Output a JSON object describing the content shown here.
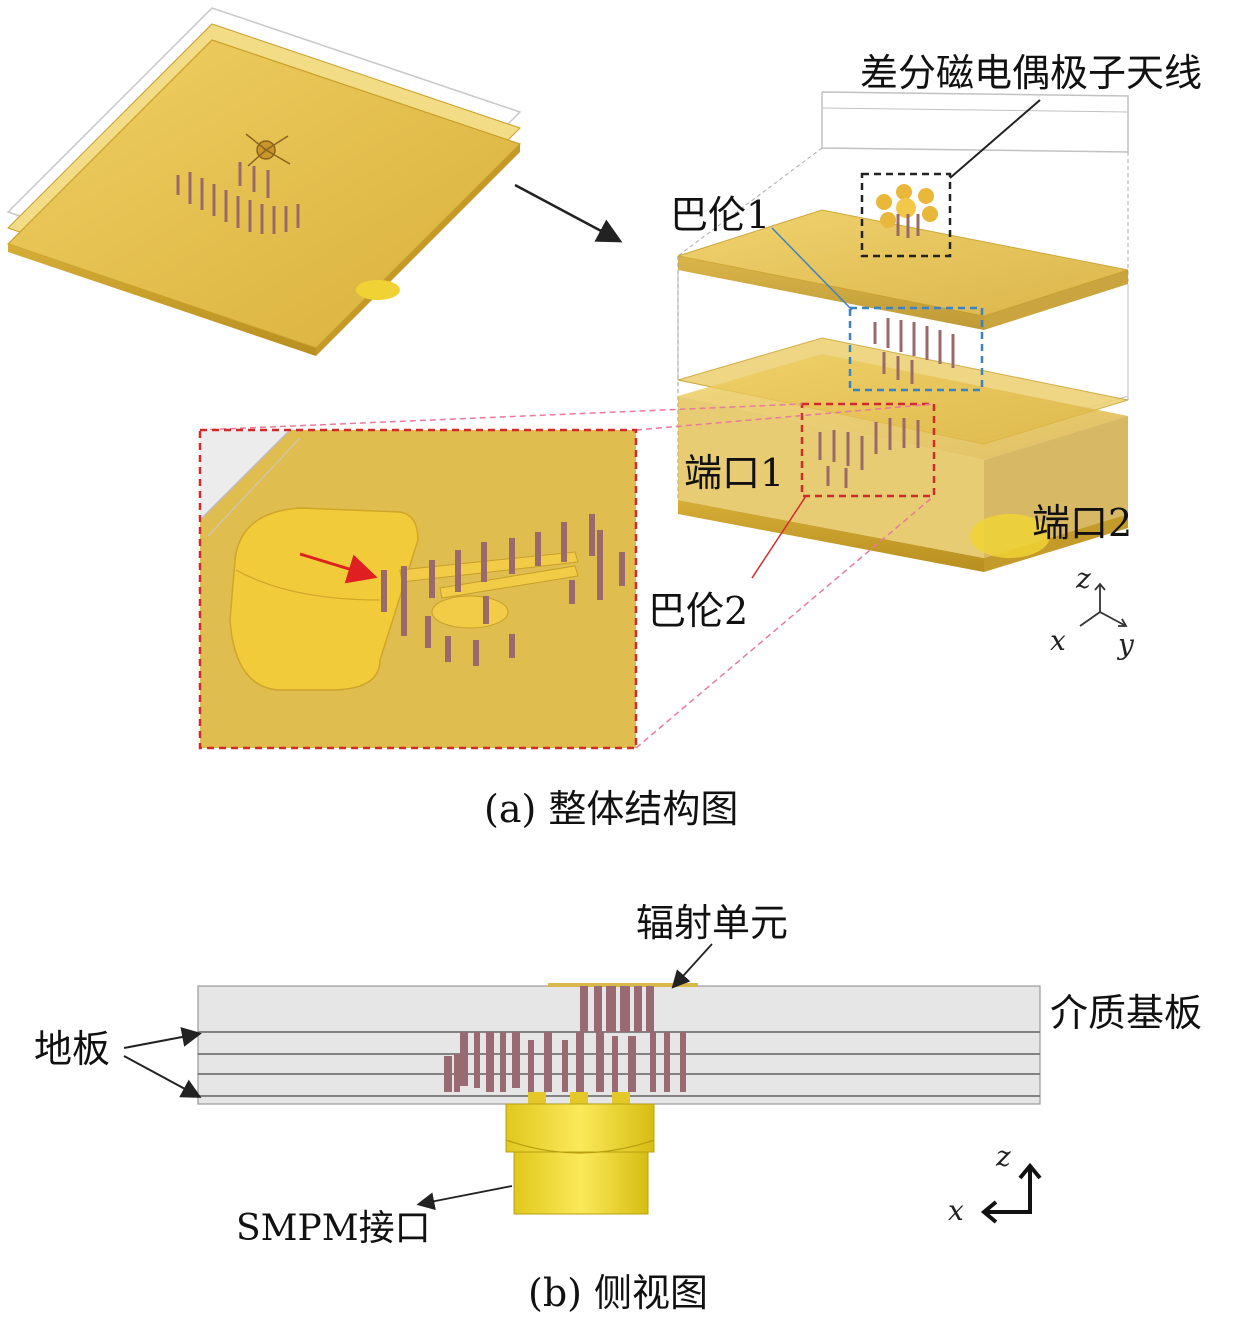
{
  "panel_a": {
    "caption": "(a) 整体结构图",
    "labels": {
      "antenna": "差分磁电偶极子天线",
      "balun1": "巴伦1",
      "balun2": "巴伦2",
      "port1": "端口1",
      "port2": "端口2"
    },
    "axes": {
      "z": "z",
      "x": "x",
      "y": "y"
    }
  },
  "panel_b": {
    "caption": "(b) 侧视图",
    "labels": {
      "radiator": "辐射单元",
      "substrate": "介质基板",
      "ground": "地板",
      "connector": "SMPM接口"
    },
    "axes": {
      "z": "z",
      "x": "x"
    }
  },
  "colors": {
    "gold": "#e8c24a",
    "gold_dark": "#c9a02a",
    "via": "#9a6a6a",
    "callout_black": "#222222",
    "callout_blue": "#3b82c4",
    "callout_red": "#d22a2a",
    "substrate_gray": "#e6e6e6",
    "connector_yellow": "#f2dc2c"
  }
}
